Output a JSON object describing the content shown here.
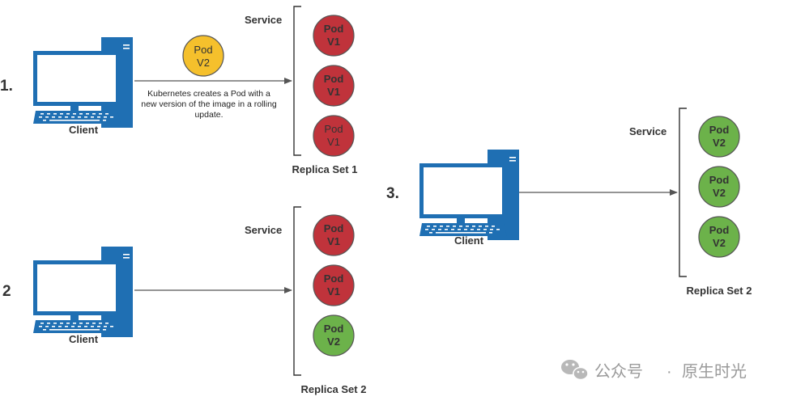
{
  "steps": {
    "s1": "1.",
    "s2": "2",
    "s3": "3."
  },
  "labels": {
    "client": "Client",
    "service": "Service",
    "replica_set_1": "Replica Set 1",
    "replica_set_2": "Replica Set 2"
  },
  "note": {
    "line1": "Kubernetes creates a Pod with a",
    "line2": "new version of the image in a rolling",
    "line3": "update."
  },
  "pod": {
    "name": "Pod",
    "v1": "V1",
    "v2": "V2"
  },
  "colors": {
    "pod_v1": "#c0333b",
    "pod_v2": "#6cb24a",
    "pod_new": "#f5c02c",
    "computer": "#1f6fb3",
    "arrow": "#555555"
  },
  "watermark": {
    "prefix": "公众号",
    "separator": "·",
    "name": "原生时光"
  }
}
